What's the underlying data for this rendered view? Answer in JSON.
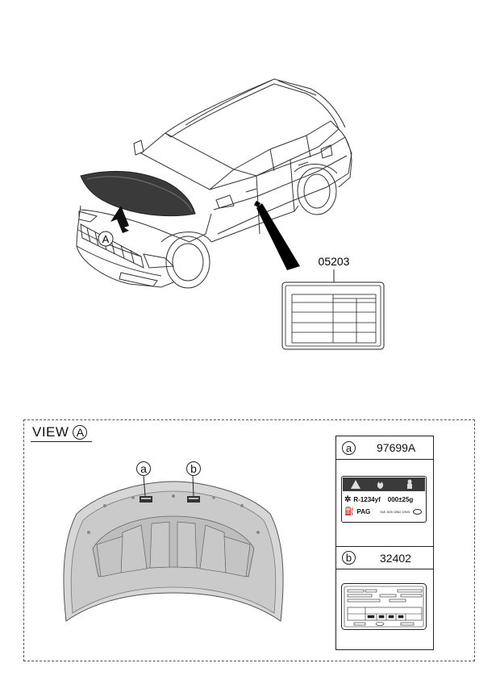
{
  "diagram": {
    "top": {
      "callout_a": "A",
      "part_label": "05203"
    },
    "view": {
      "title": "VIEW",
      "title_circle": "A",
      "hood_marker_a": "a",
      "hood_marker_b": "b"
    },
    "legend": [
      {
        "letter": "a",
        "part_no": "97699A"
      },
      {
        "letter": "b",
        "part_no": "32402"
      }
    ],
    "label_a": {
      "refrigerant": "R-1234yf",
      "amount": "000±25g",
      "oil": "PAG",
      "fine_print": "SAE J639 J2842 J2845"
    }
  }
}
